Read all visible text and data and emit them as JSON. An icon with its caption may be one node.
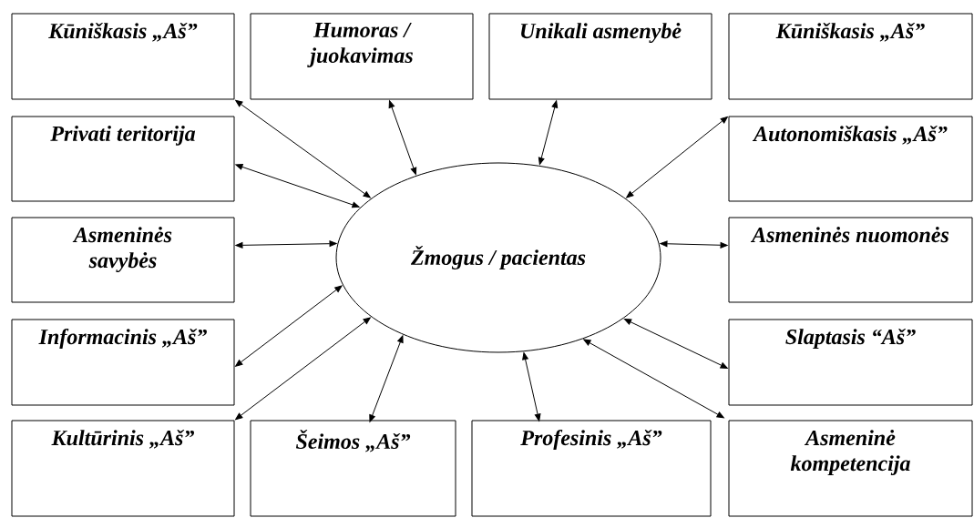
{
  "diagram": {
    "nodes": [
      {
        "text": [
          "Kūniškasis „Aš”"
        ]
      },
      {
        "text": [
          "Humoras / juokavimas"
        ]
      },
      {
        "text": [
          "Unikali asmenybė"
        ]
      },
      {
        "text": [
          "Kūniškasis „Aš”"
        ]
      },
      {
        "text": [
          "Privati teritorija"
        ]
      },
      {
        "text": [
          "Autonomiškasis „Aš”"
        ]
      },
      {
        "text": [
          "Asmeninės savybės"
        ]
      },
      {
        "text": [
          "Žmogus / pacientas"
        ]
      },
      {
        "text": [
          "Asmeninės nuomonės"
        ]
      },
      {
        "text": [
          "Informacinis „Aš”"
        ]
      },
      {
        "text": [
          "Slaptasis “Aš”"
        ]
      },
      {
        "text": [
          "Kultūrinis „Aš”"
        ]
      },
      {
        "text": [
          "Šeimos „Aš”"
        ]
      },
      {
        "text": [
          "Profesinis „Aš”"
        ]
      },
      {
        "text": [
          "Asmeninė kompetencija"
        ]
      }
    ],
    "edges": [
      {
        "from": 7,
        "to": 0,
        "arrow": "both"
      },
      {
        "from": 7,
        "to": 1,
        "arrow": "both"
      },
      {
        "from": 7,
        "to": 2,
        "arrow": "both"
      },
      {
        "from": 7,
        "to": 4,
        "arrow": "both"
      },
      {
        "from": 7,
        "to": 5,
        "arrow": "both"
      },
      {
        "from": 7,
        "to": 6,
        "arrow": "both"
      },
      {
        "from": 7,
        "to": 8,
        "arrow": "both"
      },
      {
        "from": 7,
        "to": 9,
        "arrow": "both"
      },
      {
        "from": 7,
        "to": 10,
        "arrow": "both"
      },
      {
        "from": 7,
        "to": 11,
        "arrow": "both"
      },
      {
        "from": 7,
        "to": 12,
        "arrow": "both"
      },
      {
        "from": 7,
        "to": 13,
        "arrow": "both"
      },
      {
        "from": 7,
        "to": 14,
        "arrow": "both"
      }
    ]
  }
}
